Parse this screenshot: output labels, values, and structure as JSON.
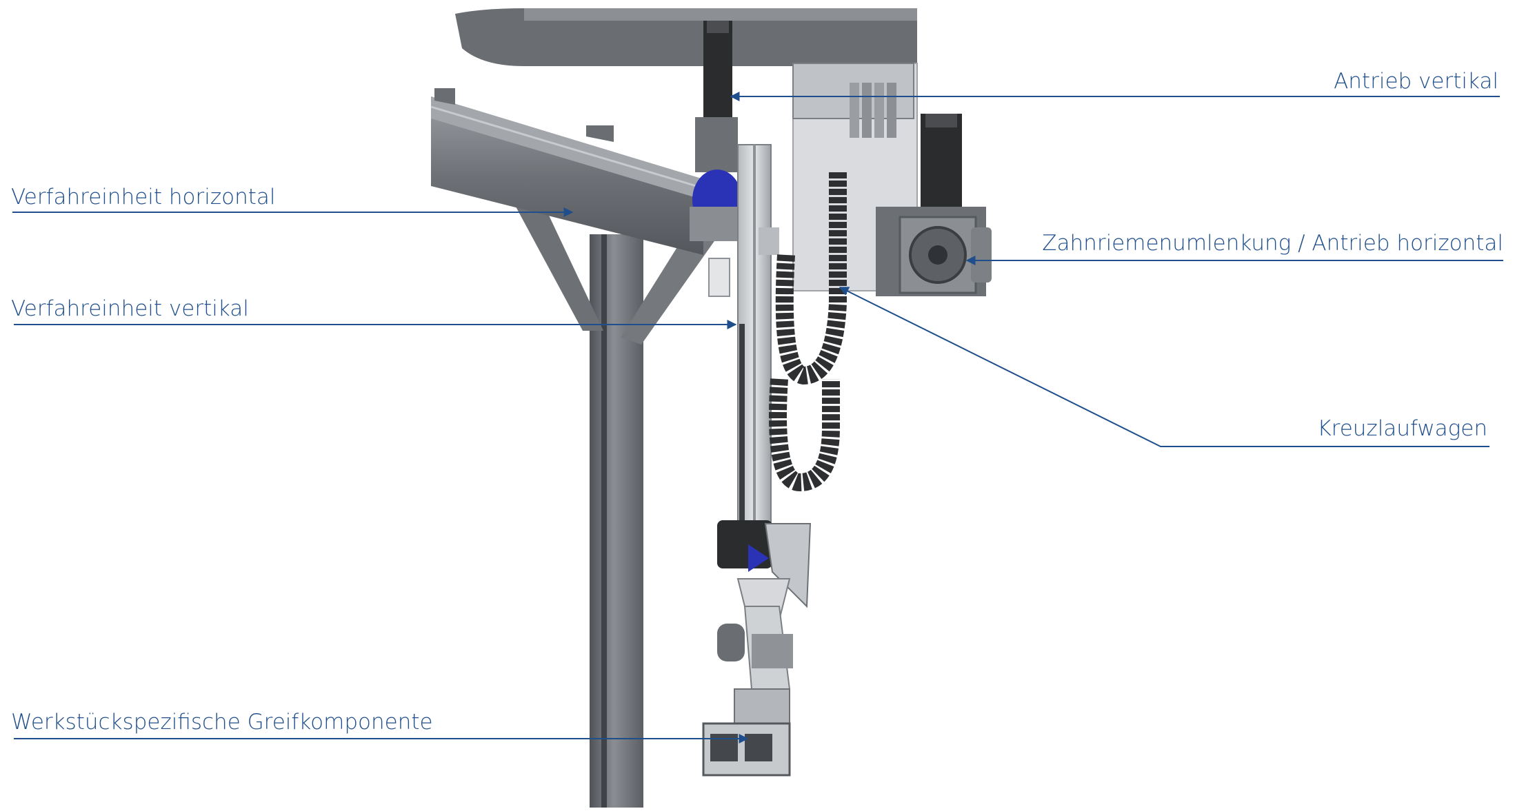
{
  "colors": {
    "label_text": "#1f4e8c",
    "leader_line": "#1f4e8c",
    "frame_dark": "#5d6166",
    "frame_light": "#a9adb2",
    "frame_top": "#8e9297",
    "panel": "#d7d9dc",
    "motor_black": "#2b2c2e",
    "coupling_blue": "#2a33b5",
    "cable_chain": "#2e2f31",
    "rail_alu": "#c9ccd0"
  },
  "labels": {
    "antrieb_vertikal": "Antrieb vertikal",
    "verfahreinheit_horizontal": "Verfahreinheit horizontal",
    "zahnriemenumlenkung": "Zahnriemenumlenkung / Antrieb horizontal",
    "verfahreinheit_vertikal": "Verfahreinheit vertikal",
    "kreuzlaufwagen": "Kreuzlaufwagen",
    "greifkomponente": "Werkstückspezifische Greifkomponente"
  }
}
